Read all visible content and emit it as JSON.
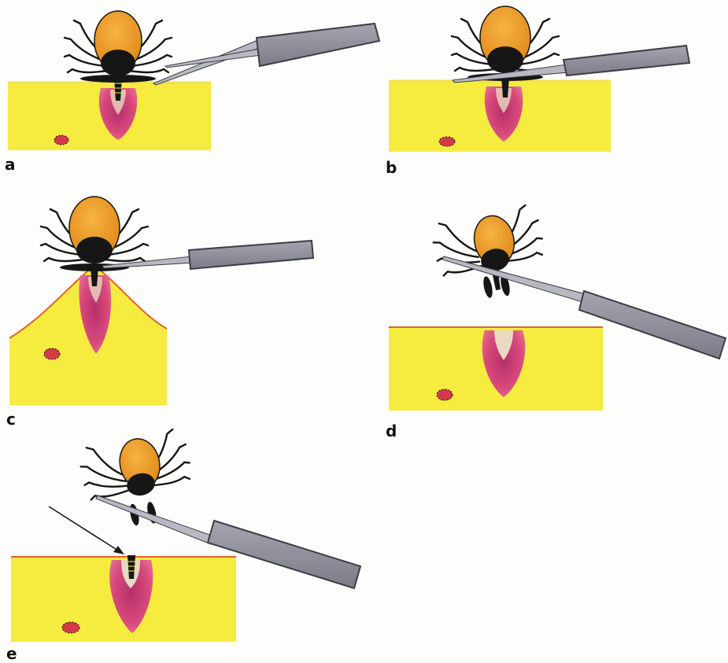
{
  "panels": [
    {
      "id": "a",
      "label": "a"
    },
    {
      "id": "b",
      "label": "b"
    },
    {
      "id": "c",
      "label": "c"
    },
    {
      "id": "d",
      "label": "d"
    },
    {
      "id": "e",
      "label": "e"
    }
  ],
  "colors": {
    "skin": "#f6ec3f",
    "skin_shade": "#ece050",
    "skin_surface_line": "#e0622c",
    "wound": "#d8457a",
    "wound_core": "#b9336a",
    "wound_light": "#e8d9c0",
    "tick_body": "#f0a02c",
    "tick_dark": "#161616",
    "tweezer_handle": "#8f8f9a",
    "tweezer_edge": "#3d3d46",
    "blood_cell": "#d23a4a"
  },
  "icons": [
    "tick-icon",
    "tweezers-icon",
    "skin-section-icon",
    "arrow-icon"
  ]
}
